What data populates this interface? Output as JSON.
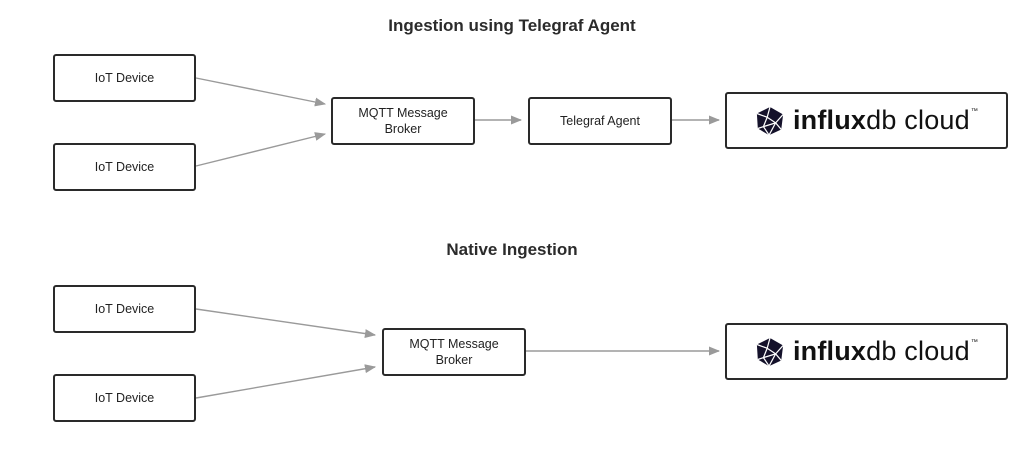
{
  "diagram": {
    "telegraf": {
      "title": "Ingestion using Telegraf Agent",
      "device_1": "IoT Device",
      "device_2": "IoT Device",
      "broker_line1": "MQTT Message",
      "broker_line2": "Broker",
      "agent": "Telegraf Agent",
      "logo_bold": "influx",
      "logo_rest": "db cloud",
      "logo_tm": "™"
    },
    "native": {
      "title": "Native Ingestion",
      "device_1": "IoT Device",
      "device_2": "IoT Device",
      "broker_line1": "MQTT Message",
      "broker_line2": "Broker",
      "logo_bold": "influx",
      "logo_rest": "db cloud",
      "logo_tm": "™"
    },
    "colors": {
      "edge": "#9a9a9a",
      "border": "#2a2a2a",
      "logo": "#14112a"
    }
  }
}
